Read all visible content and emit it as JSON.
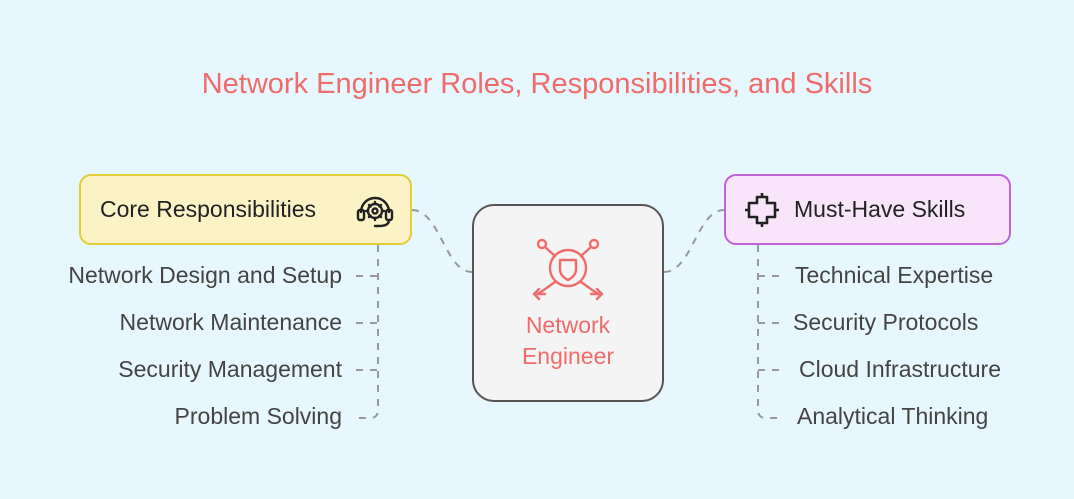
{
  "title": "Network Engineer Roles, Responsibilities, and Skills",
  "center": {
    "label_line1": "Network",
    "label_line2": "Engineer",
    "icon": "shield-network-icon"
  },
  "left": {
    "heading": "Core Responsibilities",
    "icon": "gear-headset-icon",
    "items": [
      "Network Design and Setup",
      "Network Maintenance",
      "Security Management",
      "Problem Solving"
    ]
  },
  "right": {
    "heading": "Must-Have Skills",
    "icon": "circuit-chip-icon",
    "items": [
      "Technical Expertise",
      "Security Protocols",
      "Cloud Infrastructure",
      "Analytical Thinking"
    ]
  },
  "colors": {
    "accent": "#f06b6b",
    "background": "#e6f7fd",
    "left_fill": "#fbf3c6",
    "left_border": "#e0cf38",
    "right_fill": "#f8e5fa",
    "right_border": "#c062d8"
  }
}
